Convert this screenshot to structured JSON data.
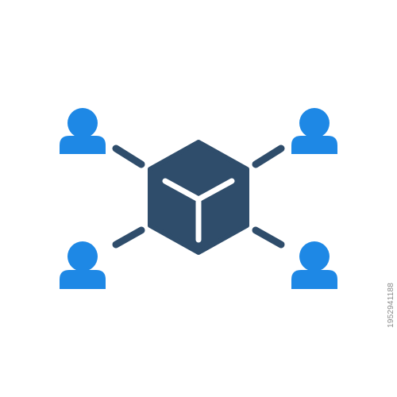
{
  "figure": {
    "colors": {
      "cube": "#2f4d6b",
      "cube_edge": "#ffffff",
      "person": "#1e88e5",
      "connector": "#2f4d6b",
      "background": "#ffffff"
    },
    "icons": {
      "center": "cube-icon",
      "users": [
        "user-icon-top-left",
        "user-icon-top-right",
        "user-icon-bottom-left",
        "user-icon-bottom-right"
      ]
    }
  },
  "stock_id": "1952941188"
}
